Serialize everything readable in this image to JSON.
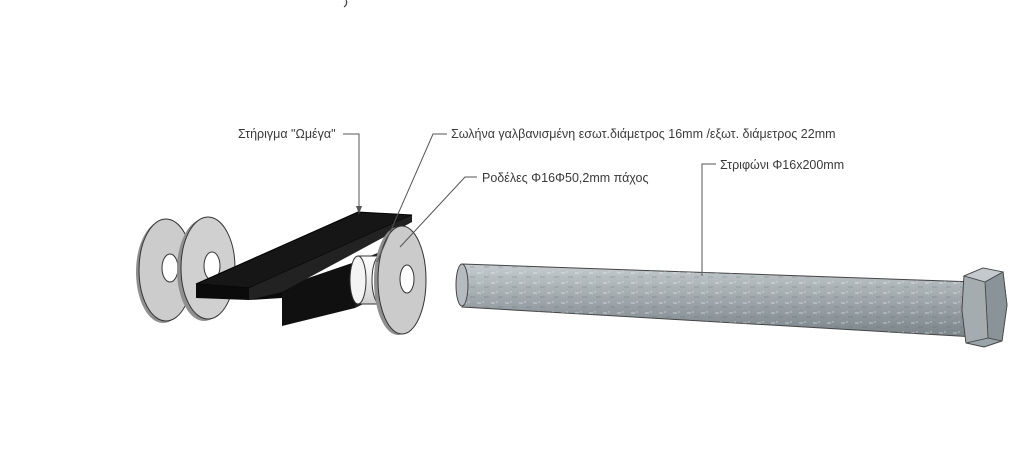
{
  "labels": {
    "bracket": "Στήριγμα \"Ωμέγα\"",
    "tube": "Σωλήνα γαλβανισμένη εσωτ.διάμετρος 16mm /εξωτ. διάμετρος 22mm",
    "washers": "Ροδέλες Φ16Φ50,2mm πάχος",
    "bolt": "Στριφώνι Φ16x200mm"
  },
  "colors": {
    "washer_face": "#c9c9c9",
    "bracket": "#141414",
    "tube": "#ebebeb",
    "bolt": "#a7aeb2",
    "leader": "#555555"
  }
}
